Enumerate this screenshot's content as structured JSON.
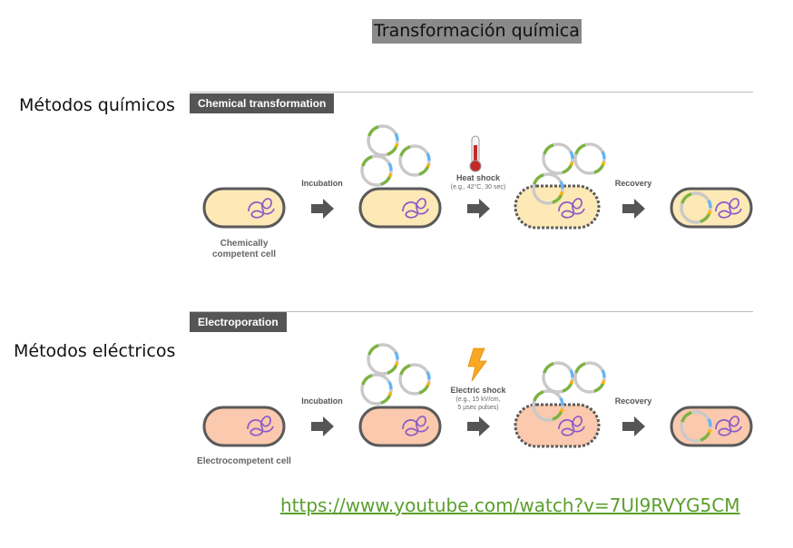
{
  "title": "Transformación química",
  "labels": {
    "chemical_methods": "Métodos químicos",
    "electrical_methods": "Métodos eléctricos"
  },
  "chemical": {
    "tag": "Chemical transformation",
    "incubation": "Incubation",
    "shock": "Heat shock",
    "shock_detail": "(e.g., 42°C, 30 sec)",
    "recovery": "Recovery",
    "cell_caption_1": "Chemically",
    "cell_caption_2": "competent cell"
  },
  "electro": {
    "tag": "Electroporation",
    "incubation": "Incubation",
    "shock": "Electric shock",
    "shock_detail_1": "(e.g., 15 kV/cm,",
    "shock_detail_2": "5 µsec pulses)",
    "recovery": "Recovery",
    "cell_caption": "Electrocompetent cell"
  },
  "link": "https://www.youtube.com/watch?v=7Ul9RVYG5CM",
  "colors": {
    "chem_cell_fill": "#fde9b6",
    "electro_cell_fill": "#fbc9ad",
    "cell_border": "#5a5a5a",
    "dna": "#8a5cc7",
    "arrow": "#555555",
    "link": "#5aa02c",
    "tag_bg": "#555555",
    "title_bg": "#8a8a8a"
  }
}
